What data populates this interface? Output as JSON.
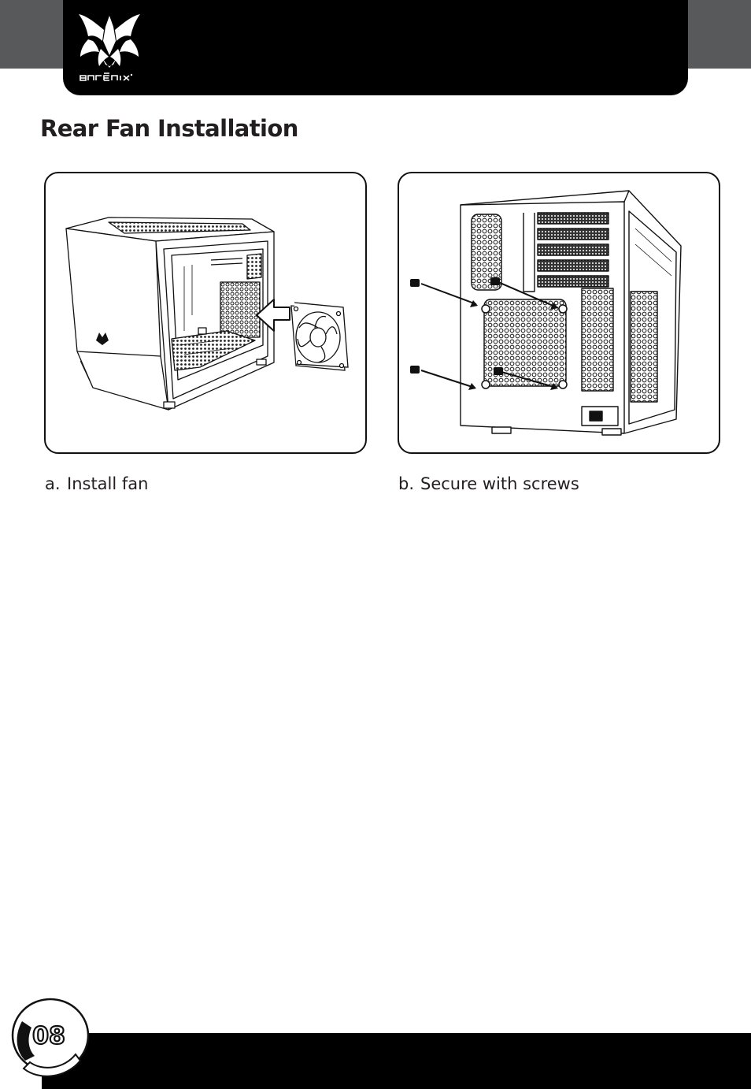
{
  "header": {
    "brand": "BITFENIX",
    "logo_icon": "bitfenix-phoenix-logo-icon"
  },
  "title": "Rear Fan Installation",
  "steps": [
    {
      "letter": "a.",
      "label": "Install fan",
      "illustration": "case-open-side-with-fan-arrow-illustration"
    },
    {
      "letter": "b.",
      "label": "Secure with screws",
      "illustration": "case-rear-with-screws-illustration"
    }
  ],
  "footer": {
    "page_number": "08"
  },
  "colors": {
    "header_black": "#000000",
    "header_grey": "#58595b",
    "text": "#231f20"
  }
}
